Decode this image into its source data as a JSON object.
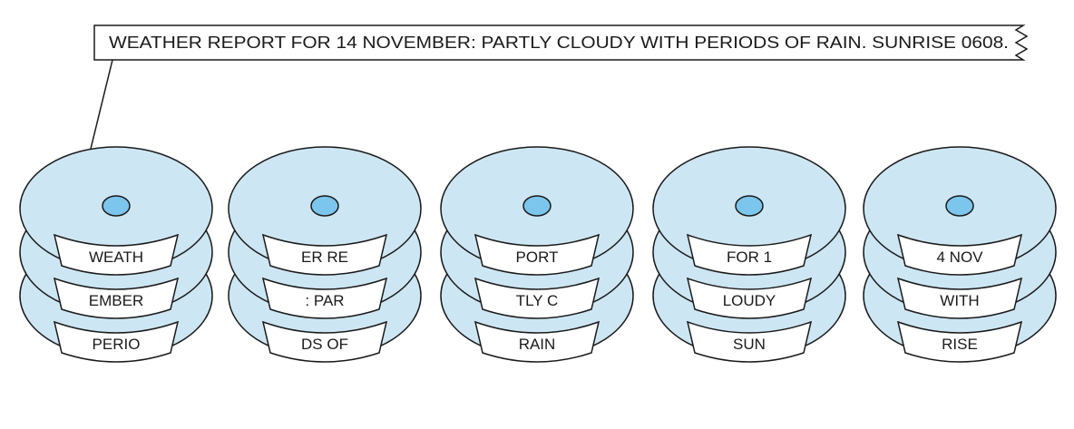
{
  "banner": {
    "text": "WEATHER REPORT FOR 14 NOVEMBER: PARTLY CLOUDY WITH PERIODS OF RAIN. SUNRISE 0608."
  },
  "disks": [
    {
      "segments": [
        "WEATH",
        "EMBER",
        "PERIO"
      ]
    },
    {
      "segments": [
        "ER RE",
        ": PAR",
        "DS OF"
      ]
    },
    {
      "segments": [
        "PORT",
        "TLY C",
        "RAIN"
      ]
    },
    {
      "segments": [
        "FOR 1",
        "LOUDY",
        "SUN"
      ]
    },
    {
      "segments": [
        "4 NOV",
        "WITH",
        "RISE"
      ]
    }
  ],
  "colors": {
    "platter_fill": "#cde6f3",
    "spindle_fill": "#7cc5ec",
    "outline": "#1a1a1a",
    "label_fill": "#ffffff"
  }
}
